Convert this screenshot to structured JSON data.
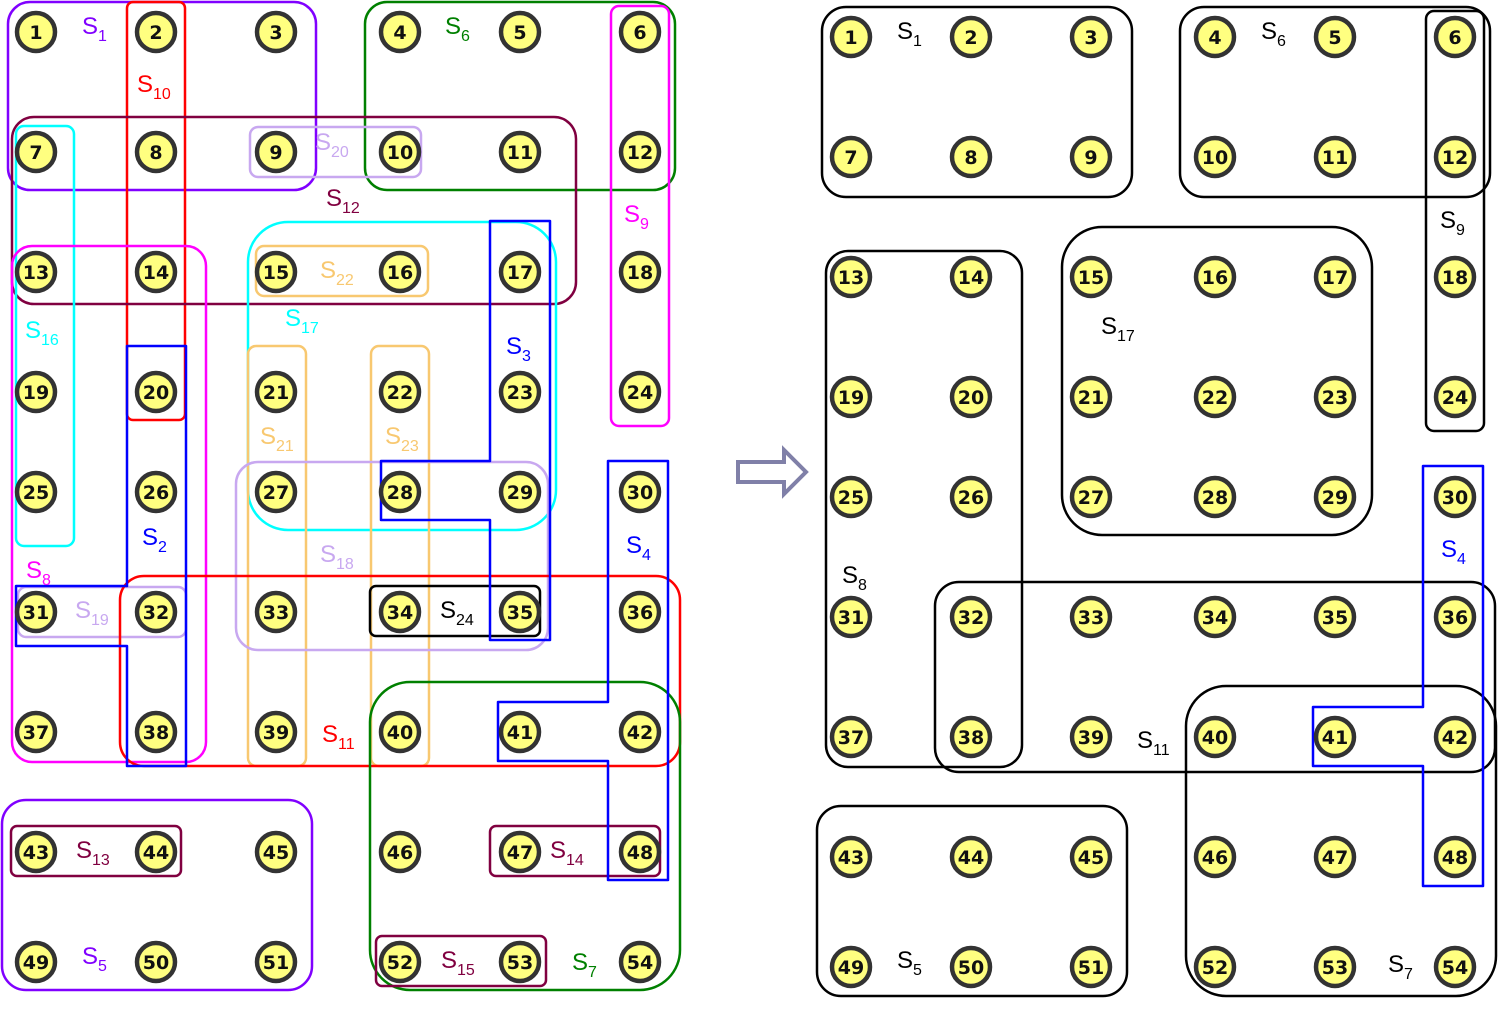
{
  "colors": {
    "node_fill": "#ffff80",
    "node_stroke": "#333333",
    "arrow": "#8080a8",
    "purple": "#8000ff",
    "red": "#ff0000",
    "green": "#008000",
    "magenta": "#ff00ff",
    "maroon": "#800040",
    "cyan": "#00ffff",
    "lavender": "#c8a8f0",
    "gold": "#f8c870",
    "blue": "#0000ff",
    "black": "#000000"
  },
  "left": {
    "nodes": [
      "1",
      "2",
      "3",
      "4",
      "5",
      "6",
      "7",
      "8",
      "9",
      "10",
      "11",
      "12",
      "13",
      "14",
      "15",
      "16",
      "17",
      "18",
      "19",
      "20",
      "21",
      "22",
      "23",
      "24",
      "25",
      "26",
      "27",
      "28",
      "29",
      "30",
      "31",
      "32",
      "33",
      "34",
      "35",
      "36",
      "37",
      "38",
      "39",
      "40",
      "41",
      "42",
      "43",
      "44",
      "45",
      "46",
      "47",
      "48",
      "49",
      "50",
      "51",
      "52",
      "53",
      "54"
    ],
    "sets": [
      {
        "letter": "S",
        "sub": "1"
      },
      {
        "letter": "S",
        "sub": "2"
      },
      {
        "letter": "S",
        "sub": "3"
      },
      {
        "letter": "S",
        "sub": "4"
      },
      {
        "letter": "S",
        "sub": "5"
      },
      {
        "letter": "S",
        "sub": "6"
      },
      {
        "letter": "S",
        "sub": "7"
      },
      {
        "letter": "S",
        "sub": "8"
      },
      {
        "letter": "S",
        "sub": "9"
      },
      {
        "letter": "S",
        "sub": "10"
      },
      {
        "letter": "S",
        "sub": "11"
      },
      {
        "letter": "S",
        "sub": "12"
      },
      {
        "letter": "S",
        "sub": "13"
      },
      {
        "letter": "S",
        "sub": "14"
      },
      {
        "letter": "S",
        "sub": "15"
      },
      {
        "letter": "S",
        "sub": "16"
      },
      {
        "letter": "S",
        "sub": "17"
      },
      {
        "letter": "S",
        "sub": "18"
      },
      {
        "letter": "S",
        "sub": "19"
      },
      {
        "letter": "S",
        "sub": "20"
      },
      {
        "letter": "S",
        "sub": "21"
      },
      {
        "letter": "S",
        "sub": "22"
      },
      {
        "letter": "S",
        "sub": "23"
      },
      {
        "letter": "S",
        "sub": "24"
      }
    ]
  },
  "right": {
    "nodes": [
      "1",
      "2",
      "3",
      "4",
      "5",
      "6",
      "7",
      "8",
      "9",
      "10",
      "11",
      "12",
      "13",
      "14",
      "15",
      "16",
      "17",
      "18",
      "19",
      "20",
      "21",
      "22",
      "23",
      "24",
      "25",
      "26",
      "27",
      "28",
      "29",
      "30",
      "31",
      "32",
      "33",
      "34",
      "35",
      "36",
      "37",
      "38",
      "39",
      "40",
      "41",
      "42",
      "43",
      "44",
      "45",
      "46",
      "47",
      "48",
      "49",
      "50",
      "51",
      "52",
      "53",
      "54"
    ],
    "sets": [
      {
        "letter": "S",
        "sub": "1"
      },
      {
        "letter": "S",
        "sub": "4"
      },
      {
        "letter": "S",
        "sub": "5"
      },
      {
        "letter": "S",
        "sub": "6"
      },
      {
        "letter": "S",
        "sub": "7"
      },
      {
        "letter": "S",
        "sub": "8"
      },
      {
        "letter": "S",
        "sub": "9"
      },
      {
        "letter": "S",
        "sub": "11"
      },
      {
        "letter": "S",
        "sub": "17"
      }
    ]
  }
}
